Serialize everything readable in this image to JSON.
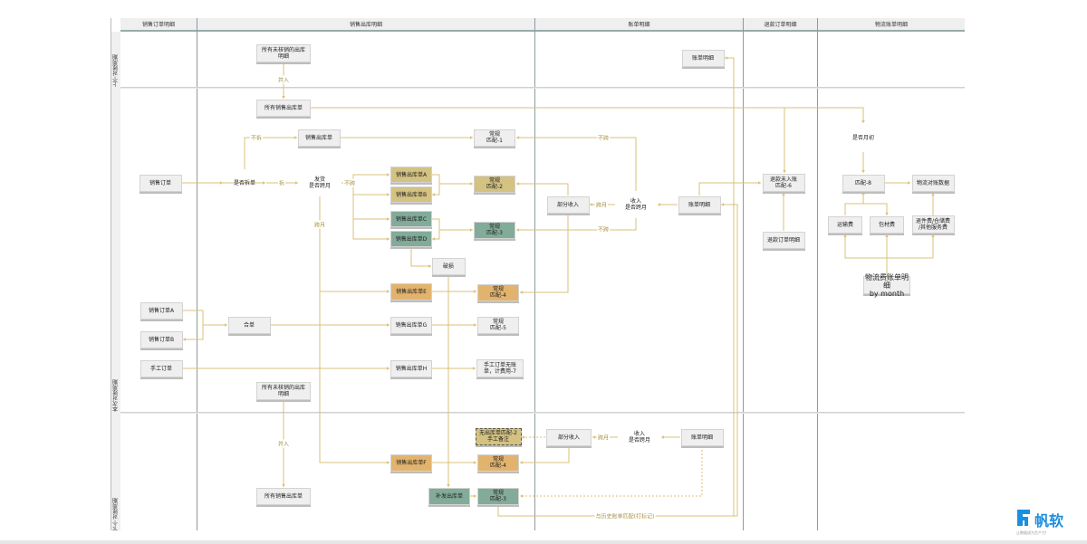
{
  "columns": [
    "销售订单明细",
    "销售出库明细",
    "账单明细",
    "退款订单明细",
    "物流账单明细"
  ],
  "rows": [
    "上个对账周期",
    "本次对账周期",
    "下个对账周期"
  ],
  "colors": {
    "line": "#d8c17a",
    "khaki": "#d3c281",
    "green": "#82ab9a",
    "orange": "#e2b36d",
    "node": "#efefef",
    "logo": "#1b8fe0"
  },
  "nodes": {
    "prev_unverified": "所有未核销的出库\n明细",
    "all_outbound": "所有销售出库单",
    "outbound": "销售出库单",
    "match1": "常规\n匹配-1",
    "sales_order": "销售订单",
    "split_q": "是否拆单",
    "ship_cross_q": "发货\n是否跨月",
    "out_a": "销售出库单A",
    "out_b": "销售出库单B",
    "match2": "常规\n匹配-2",
    "out_c": "销售出库单C",
    "out_d": "销售出库单D",
    "match3": "常规\n匹配-3",
    "damaged": "破损",
    "out_e": "销售出库单E",
    "match4": "常规\n匹配-4",
    "order_a": "销售订单A",
    "order_b": "销售订单B",
    "merge": "合单",
    "out_g": "销售出库单G",
    "match5": "常规\n匹配-5",
    "manual_order": "手工订单",
    "out_h": "销售出库单H",
    "match7": "手工订单无账\n单，计费用-7",
    "cur_unverified": "所有未核销的出库\n明细",
    "next_all_outbound": "所有销售出库单",
    "no_out_match2": "无出库单匹配-2\n手工备注",
    "out_f": "销售出库单F",
    "match4b": "常规\n匹配-4",
    "reship": "补发出库单",
    "match3b": "常规\n匹配-3",
    "partial_income_next": "部分收入",
    "income_cross_q_next": "收入\n是否跨月",
    "bill_next": "账单明细",
    "bill_prev": "账单明细",
    "partial_income": "部分收入",
    "income_cross_q": "收入\n是否跨月",
    "bill_cur": "账单明细",
    "refund_match6": "退款未入账\n匹配-6",
    "refund_detail": "退款订单明细",
    "month_start_q": "是否月初",
    "match8": "匹配-8",
    "logistics_data": "物流对账数据",
    "freight": "运输费",
    "packing": "包材费",
    "other_fees": "退件费/仓储费\n/其他服务费",
    "logistics_bill": "物流费账单明细\nby month"
  },
  "edge_labels": {
    "merge_in_1": "并入",
    "no_split": "不拆",
    "split": "拆",
    "no_cross_1": "不跨",
    "cross_1": "跨月",
    "no_cross_2": "不跨",
    "cross_2": "跨月",
    "no_cross_3": "不跨",
    "merge_in_2": "并入",
    "cross_3": "跨月",
    "history_match": "与历史账单匹配(打标记)"
  },
  "logo": {
    "name": "帆软",
    "slogan": "让数据成为生产力!"
  }
}
